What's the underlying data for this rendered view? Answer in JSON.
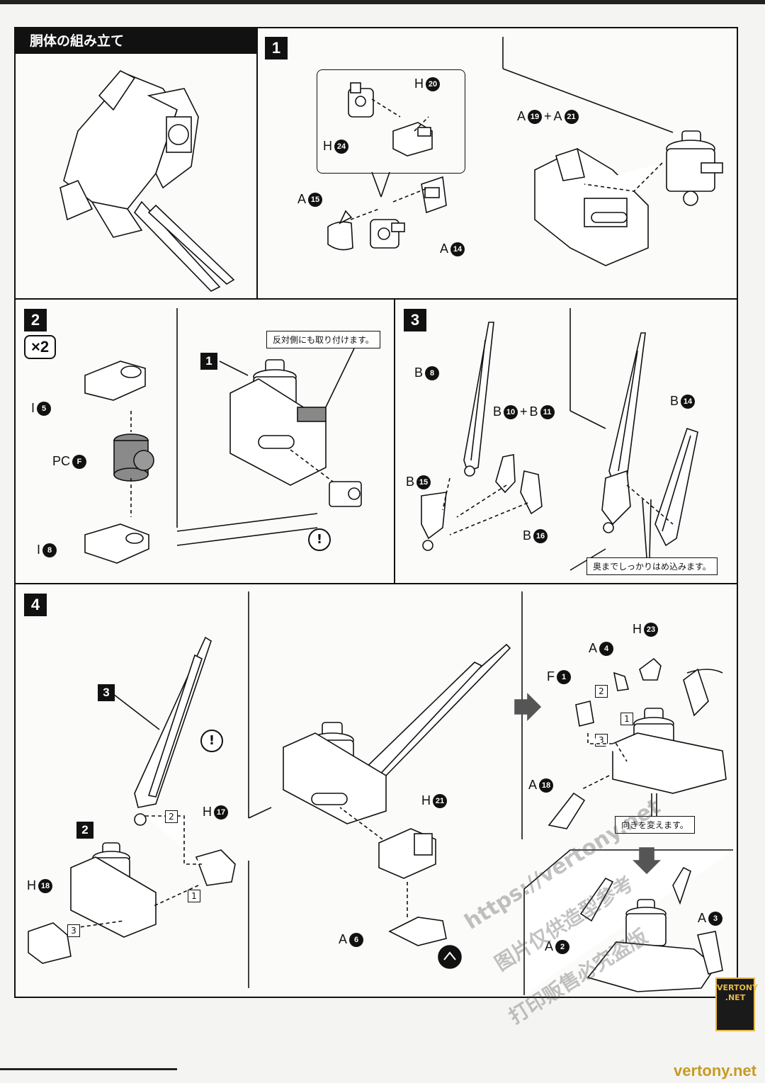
{
  "section_title": "胴体の組み立て",
  "steps": {
    "s1": "1",
    "s2": "2",
    "s3": "3",
    "s4": "4"
  },
  "multiplier": "×2",
  "notes": {
    "attach_opposite": "反対側にも取り付けます。",
    "push_fully": "奥までしっかりはめ込みます。",
    "change_direction": "向きを変えます。"
  },
  "step1_parts": {
    "h20": {
      "letter": "H",
      "num": "20"
    },
    "h24": {
      "letter": "H",
      "num": "24"
    },
    "a15": {
      "letter": "A",
      "num": "15"
    },
    "a14": {
      "letter": "A",
      "num": "14"
    },
    "a19_a21": {
      "letter1": "A",
      "num1": "19",
      "plus": "+",
      "letter2": "A",
      "num2": "21"
    }
  },
  "step2_parts": {
    "i5": {
      "letter": "I",
      "num": "5"
    },
    "pcf": {
      "letter": "PC",
      "num": "F"
    },
    "i8": {
      "letter": "I",
      "num": "8"
    },
    "ref1": "1"
  },
  "step3_parts": {
    "b8": {
      "letter": "B",
      "num": "8"
    },
    "b10_b11": {
      "letter1": "B",
      "num1": "10",
      "plus": "+",
      "letter2": "B",
      "num2": "11"
    },
    "b15": {
      "letter": "B",
      "num": "15"
    },
    "b16": {
      "letter": "B",
      "num": "16"
    },
    "b14": {
      "letter": "B",
      "num": "14"
    }
  },
  "step4_parts": {
    "ref3": "3",
    "ref2": "2",
    "h17": {
      "letter": "H",
      "num": "17"
    },
    "h18": {
      "letter": "H",
      "num": "18"
    },
    "h21": {
      "letter": "H",
      "num": "21"
    },
    "a6": {
      "letter": "A",
      "num": "6"
    },
    "h23": {
      "letter": "H",
      "num": "23"
    },
    "a4": {
      "letter": "A",
      "num": "4"
    },
    "f1": {
      "letter": "F",
      "num": "1"
    },
    "a18": {
      "letter": "A",
      "num": "18"
    },
    "a2": {
      "letter": "A",
      "num": "2"
    },
    "a3": {
      "letter": "A",
      "num": "3"
    },
    "order": [
      "1",
      "2",
      "3"
    ]
  },
  "watermark": {
    "url": "https://vertony.net",
    "line1": "图片仅供造型参考",
    "line2": "打印贩售必究盗版",
    "badge": "VERTONY .NET",
    "footer": "vertony.net"
  },
  "excl_symbol": "!"
}
